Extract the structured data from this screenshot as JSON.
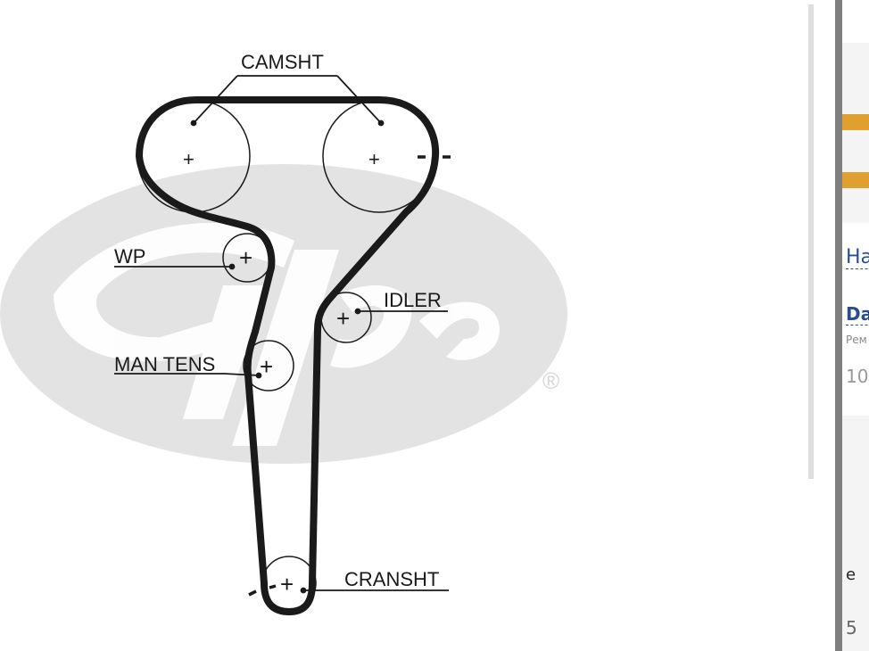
{
  "diagram": {
    "labels": {
      "camshaft": "CAMSHT",
      "water_pump": "WP",
      "idler": "IDLER",
      "manual_tensioner": "MAN TENS",
      "crankshaft": "CRANSHT"
    },
    "pulley_marks": {
      "plus": "+",
      "minus": "-"
    },
    "watermark": {
      "brand": "Gates",
      "registered_mark": "®"
    },
    "colors": {
      "belt": "#1a1a1a",
      "watermark": "#e3e3e3",
      "text": "#1a1a1a"
    }
  },
  "side_panel": {
    "heading_fragment": "Ha",
    "link_fragment": "Da",
    "subtext_fragment": "Рем",
    "number_fragment": "10",
    "letter_fragment": "e",
    "digit_fragment": "5",
    "accent_color": "#e0a030",
    "link_color": "#2a4d8f"
  }
}
